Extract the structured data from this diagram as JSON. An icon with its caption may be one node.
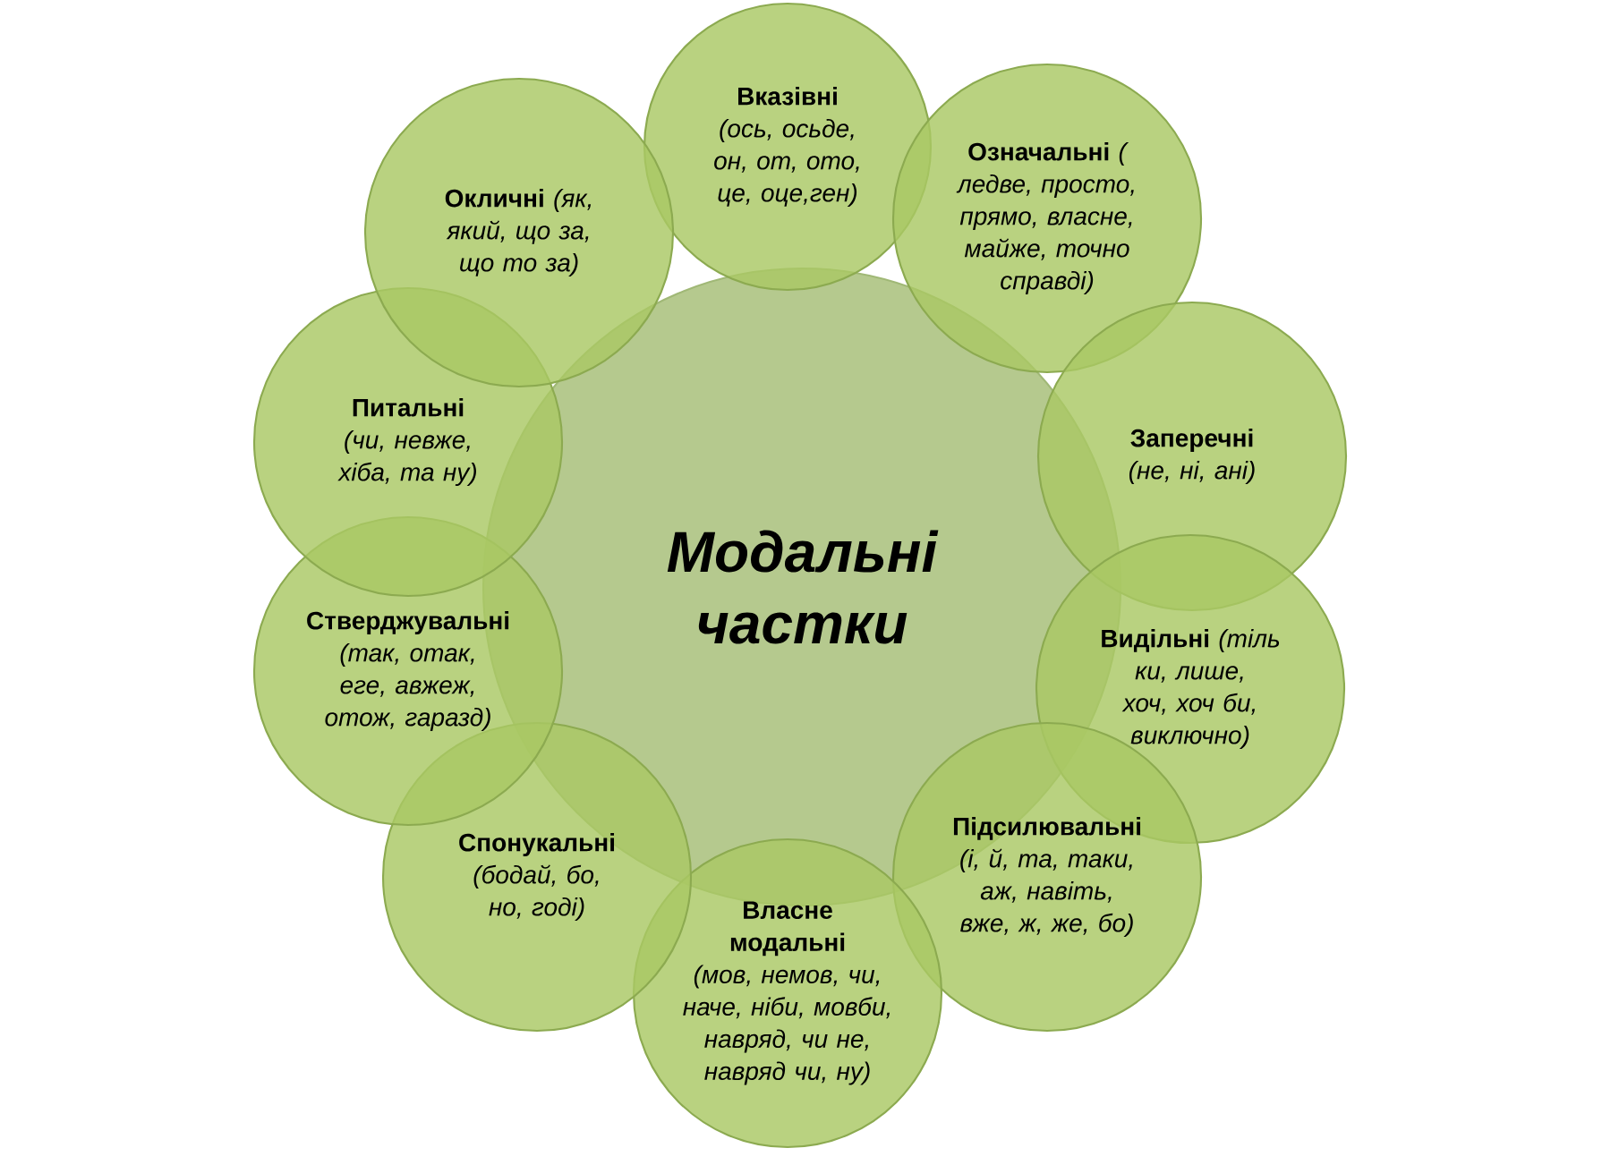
{
  "diagram": {
    "nodes": [
      {
        "text": [
          "Модальні частки"
        ]
      },
      {
        "text": [
          "**Вказівні** *(ось, осьде, он, от, ото, це, оце,ген)*"
        ]
      },
      {
        "text": [
          "**Означальні** *( ледве, просто, прямо, власне, майже, точно справді)*"
        ]
      },
      {
        "text": [
          "**Заперечні** *(не, ні, ані)*"
        ]
      },
      {
        "text": [
          "**Видільні** *(тіль ки, лише, хоч, хоч би, виключно)*"
        ]
      },
      {
        "text": [
          "**Підсилювальні** *(і, й, та, таки, аж, навіть, вже, ж, же, бо)*"
        ]
      },
      {
        "text": [
          "**Власне модальні** *(мов, немов, чи, наче, ніби, мовби, навряд, чи не, навряд чи, ну)*"
        ]
      },
      {
        "text": [
          "**Спонукальні** *(бодай, бо, но, годі)*"
        ]
      },
      {
        "text": [
          "**Стверджувальні** *(так, отак, еге, авжеж, отож, гаразд)*"
        ]
      },
      {
        "text": [
          "**Питальні** *(чи, невже, хіба, та ну)*"
        ]
      },
      {
        "text": [
          "**Окличні** *(як, який, що за, що то за)*"
        ]
      }
    ]
  }
}
